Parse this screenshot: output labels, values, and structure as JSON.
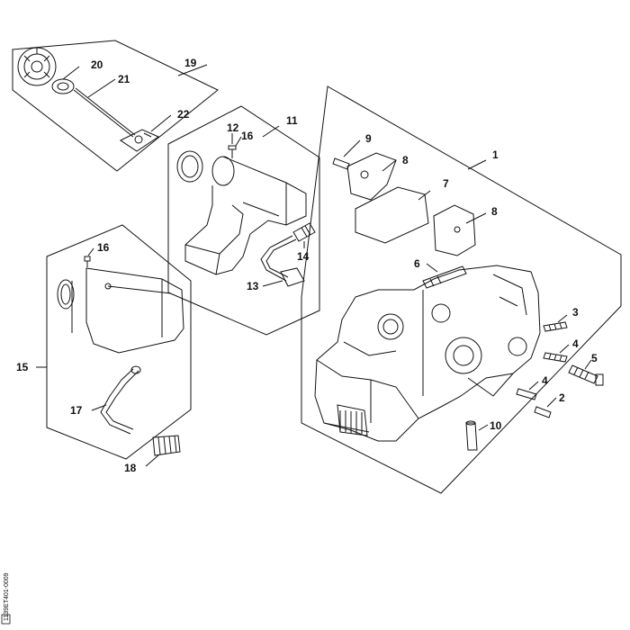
{
  "diagram": {
    "labels": {
      "n1": "1",
      "n2": "2",
      "n3": "3",
      "n4a": "4",
      "n4b": "4",
      "n5": "5",
      "n6": "6",
      "n7": "7",
      "n8a": "8",
      "n8b": "8",
      "n9": "9",
      "n10": "10",
      "n11": "11",
      "n12": "12",
      "n13": "13",
      "n14": "14",
      "n15": "15",
      "n16a": "16",
      "n16b": "16",
      "n17": "17",
      "n18": "18",
      "n19": "19",
      "n20": "20",
      "n21": "21",
      "n22": "22"
    },
    "drawing_code": "1139ET401-0009"
  }
}
